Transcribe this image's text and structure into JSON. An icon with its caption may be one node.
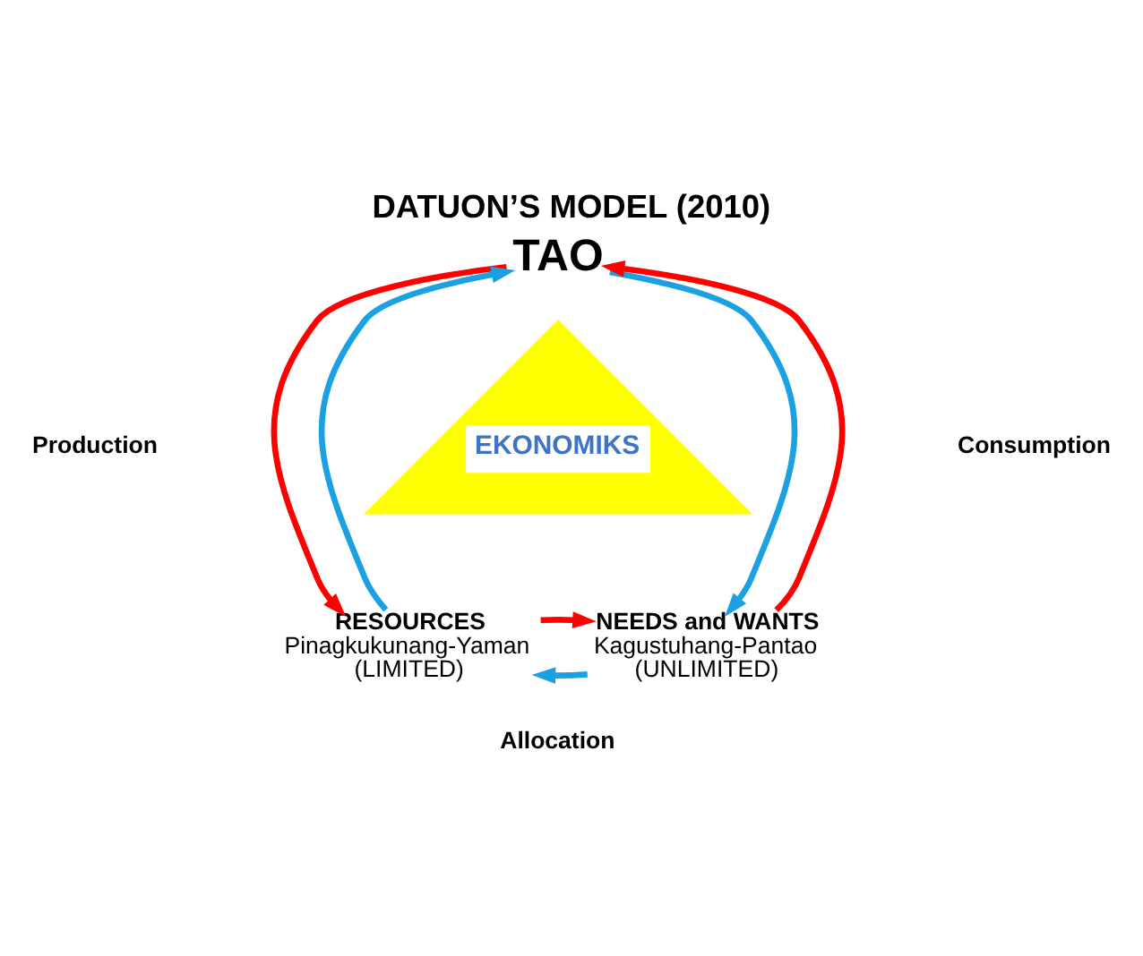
{
  "diagram": {
    "title": "DATUON’S MODEL (2010)",
    "nodes": [
      {
        "text": [
          "TAO"
        ]
      },
      {
        "text": [
          "EKONOMIKS"
        ]
      },
      {
        "text": [
          "RESOURCES",
          "Pinagkukunang-Yaman",
          "(LIMITED)"
        ]
      },
      {
        "text": [
          "NEEDS and WANTS",
          "Kagustuhang-Pantao",
          "(UNLIMITED)"
        ]
      }
    ],
    "edges": [
      {
        "from": 2,
        "to": 0,
        "arrow": "to",
        "color": "#1ba1e2"
      },
      {
        "from": 0,
        "to": 2,
        "arrow": "to",
        "color": "#ff0000"
      },
      {
        "from": 3,
        "to": 0,
        "arrow": "to",
        "color": "#ff0000"
      },
      {
        "from": 0,
        "to": 3,
        "arrow": "to",
        "color": "#1ba1e2"
      },
      {
        "from": 3,
        "to": 2,
        "arrow": "to",
        "color": "#1ba1e2"
      },
      {
        "from": 2,
        "to": 3,
        "arrow": "to",
        "color": "#ff0000"
      }
    ],
    "labels": [
      "Production",
      "Consumption",
      "Allocation"
    ]
  }
}
